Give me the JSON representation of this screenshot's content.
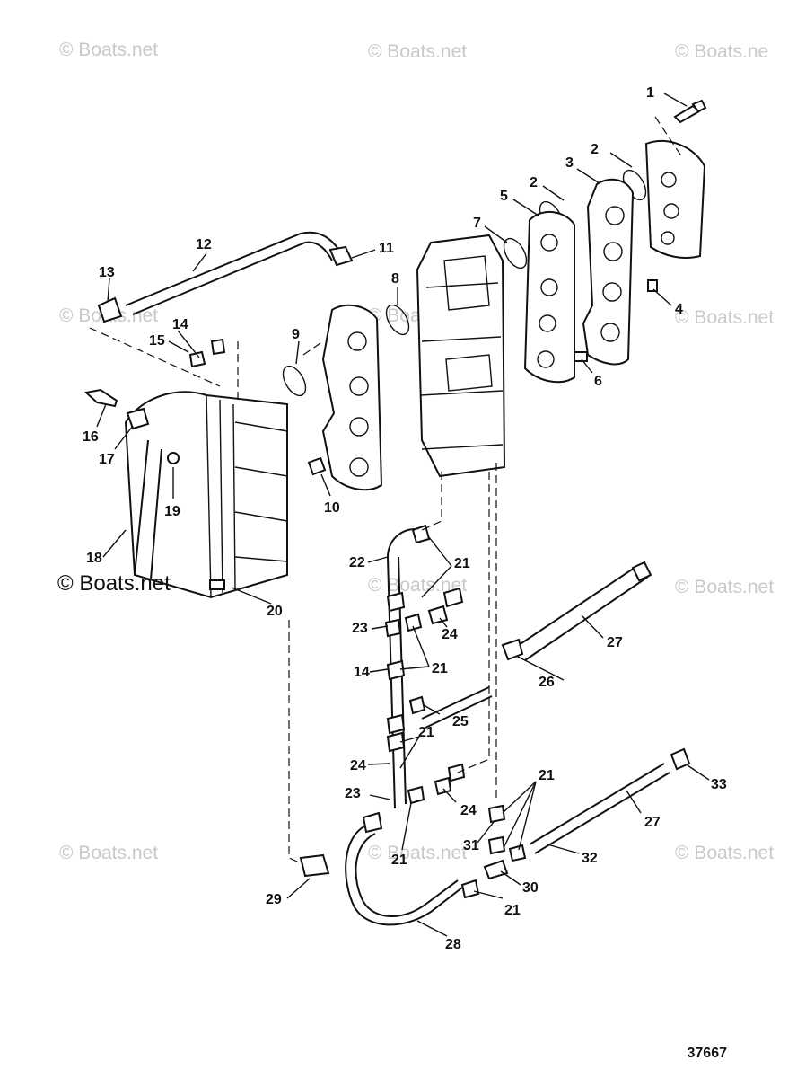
{
  "watermark": {
    "text": "© Boats.net",
    "copies": [
      "© Boats.net",
      "© Boats.net",
      "© Boats.net",
      "© Boats.net",
      "© Boats.net",
      "© Boats.net",
      "© Boats.net",
      "© Boats.net",
      "© Boats.net",
      "© Boats.net",
      "© Boats.ne"
    ]
  },
  "main_watermark": "© Boats.net",
  "reference_number": "37667",
  "callouts": {
    "c1": "1",
    "c2a": "2",
    "c2b": "2",
    "c3": "3",
    "c4": "4",
    "c5": "5",
    "c6": "6",
    "c7": "7",
    "c8": "8",
    "c9": "9",
    "c10": "10",
    "c11": "11",
    "c12": "12",
    "c13": "13",
    "c14a": "14",
    "c14b": "14",
    "c15": "15",
    "c16": "16",
    "c17": "17",
    "c18": "18",
    "c19": "19",
    "c20": "20",
    "c21a": "21",
    "c21b": "21",
    "c21c": "21",
    "c21d": "21",
    "c21e": "21",
    "c21f": "21",
    "c22": "22",
    "c23a": "23",
    "c23b": "23",
    "c24a": "24",
    "c24b": "24",
    "c24c": "24",
    "c25": "25",
    "c26": "26",
    "c27a": "27",
    "c27b": "27",
    "c28": "28",
    "c29": "29",
    "c30": "30",
    "c31": "31",
    "c32": "32",
    "c33": "33"
  }
}
